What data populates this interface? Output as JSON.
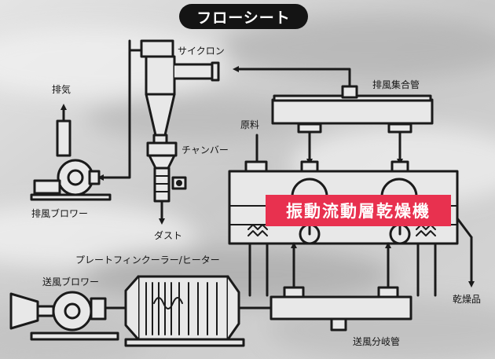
{
  "title": "フローシート",
  "labels": {
    "cyclone": "サイクロン",
    "exhaust_header": "排風集合管",
    "exhaust": "排気",
    "raw_material": "原料",
    "chamber": "チャンバー",
    "exhaust_blower": "排風ブロワー",
    "dust": "ダスト",
    "heater": "プレートフィンクーラー/ヒーター",
    "supply_blower": "送風ブロワー",
    "dried_product": "乾燥品",
    "supply_manifold": "送風分岐管"
  },
  "main_label": "振動流動層乾燥機",
  "colors": {
    "line": "#1a1a1a",
    "accent": "#e8314f",
    "badge": "#141414"
  }
}
